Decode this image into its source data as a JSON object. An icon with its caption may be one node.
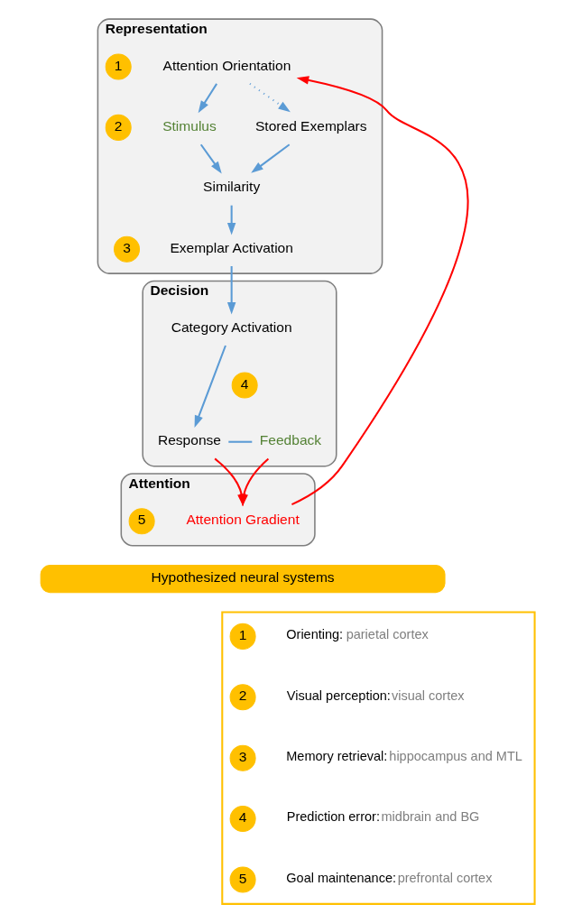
{
  "diagram": {
    "nodes": [
      {
        "text": [
          "Representation"
        ]
      },
      {
        "text": [
          "1"
        ],
        "in": 0
      },
      {
        "text": [
          "Attention Orientation"
        ],
        "in": 0
      },
      {
        "text": [
          "2"
        ],
        "in": 0
      },
      {
        "text": [
          "Stimulus"
        ],
        "in": 0
      },
      {
        "text": [
          "Stored Exemplars"
        ],
        "in": 0
      },
      {
        "text": [
          "Similarity"
        ],
        "in": 0
      },
      {
        "text": [
          "3"
        ],
        "in": 0
      },
      {
        "text": [
          "Exemplar Activation"
        ],
        "in": 0
      },
      {
        "text": [
          "Decision"
        ]
      },
      {
        "text": [
          "Category Activation"
        ],
        "in": 9
      },
      {
        "text": [
          "4"
        ],
        "in": 9
      },
      {
        "text": [
          "Response"
        ],
        "in": 9
      },
      {
        "text": [
          "Feedback"
        ],
        "in": 9
      },
      {
        "text": [
          "Attention"
        ]
      },
      {
        "text": [
          "5"
        ],
        "in": 14
      },
      {
        "text": [
          "Attention Gradient"
        ],
        "in": 14
      },
      {
        "text": [
          "Hypothesized neural systems"
        ]
      },
      {
        "text": [],
        "shape": "box"
      },
      {
        "text": [
          "1"
        ],
        "in": 18,
        "beside": [
          "Orienting:",
          "parietal cortex"
        ]
      },
      {
        "text": [
          "2"
        ],
        "in": 18,
        "beside": [
          "Visual perception:",
          "visual cortex"
        ]
      },
      {
        "text": [
          "3"
        ],
        "in": 18,
        "beside": [
          "Memory retrieval:",
          "hippocampus and MTL"
        ]
      },
      {
        "text": [
          "4"
        ],
        "in": 18,
        "beside": [
          "Prediction error:",
          "midbrain and BG"
        ]
      },
      {
        "text": [
          "5"
        ],
        "in": 18,
        "beside": [
          "Goal maintenance:",
          "prefrontal cortex"
        ]
      }
    ],
    "edges": [
      {
        "from": 2,
        "to": 4,
        "arrow": "to"
      },
      {
        "from": 2,
        "to": 5,
        "arrow": "to",
        "style": "dashed"
      },
      {
        "from": 4,
        "to": 6,
        "arrow": "to"
      },
      {
        "from": 5,
        "to": 6,
        "arrow": "to"
      },
      {
        "from": 6,
        "to": 8,
        "arrow": "to"
      },
      {
        "from": 8,
        "to": 10,
        "arrow": "to"
      },
      {
        "from": 10,
        "to": 12,
        "arrow": "to"
      },
      {
        "from": 12,
        "to": 13,
        "arrow": "none"
      },
      {
        "from": 12,
        "to": 16,
        "arrow": "to",
        "color": "#ff0000"
      },
      {
        "from": 13,
        "to": 16,
        "arrow": "to",
        "color": "#ff0000"
      },
      {
        "from": 16,
        "to": 2,
        "arrow": "to",
        "color": "#ff0000"
      }
    ]
  }
}
